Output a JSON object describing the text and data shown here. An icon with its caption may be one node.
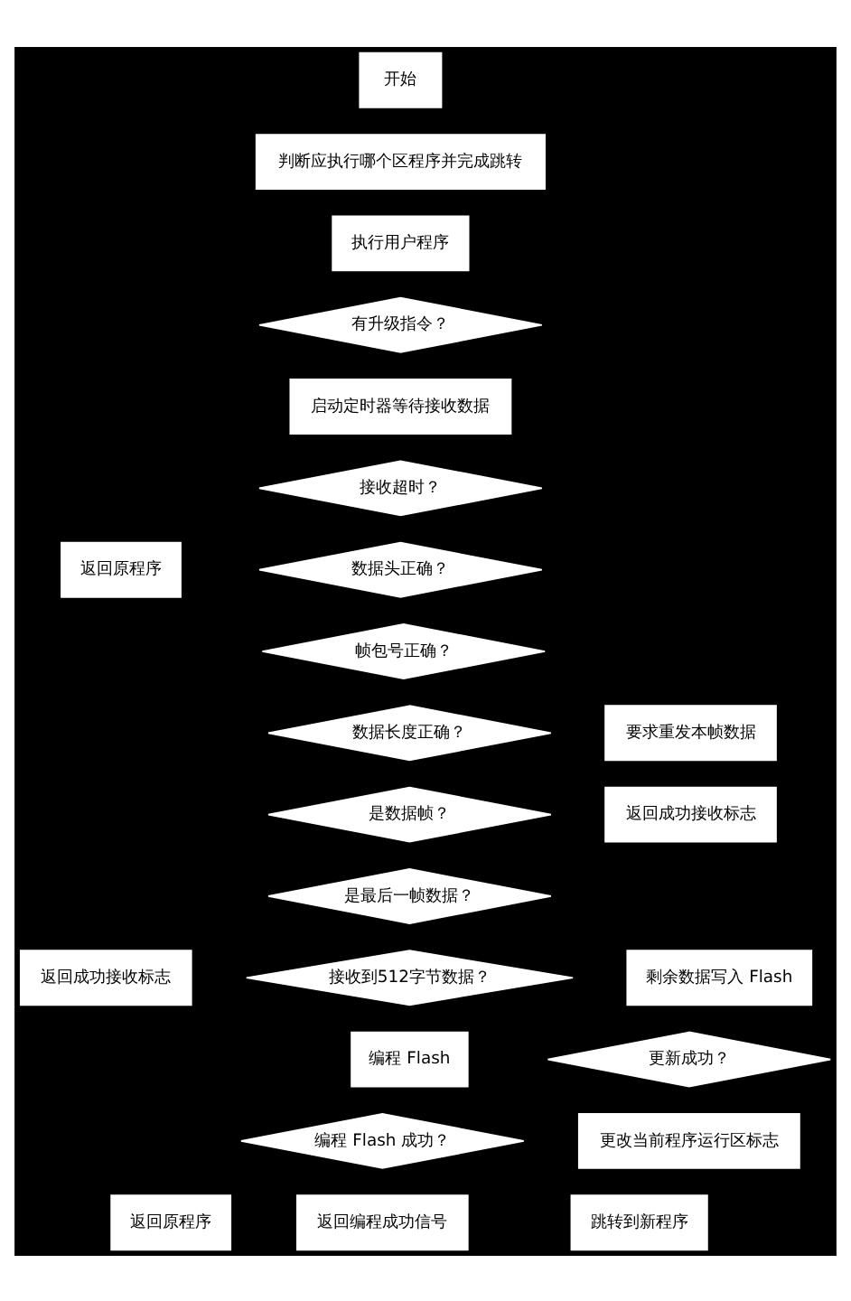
{
  "diagram": {
    "nodes": [
      {
        "text": [
          "开始"
        ]
      },
      {
        "text": [
          "判断应执行哪个区程序并完成跳转"
        ]
      },
      {
        "text": [
          "执行用户程序"
        ]
      },
      {
        "text": [
          "有升级指令？"
        ]
      },
      {
        "text": [
          "启动定时器等待接收数据"
        ]
      },
      {
        "text": [
          "接收超时？"
        ]
      },
      {
        "text": [
          "返回原程序"
        ]
      },
      {
        "text": [
          "数据头正确？"
        ]
      },
      {
        "text": [
          "帧包号正确？"
        ]
      },
      {
        "text": [
          "数据长度正确？"
        ]
      },
      {
        "text": [
          "要求重发本帧数据"
        ]
      },
      {
        "text": [
          "是数据帧？"
        ]
      },
      {
        "text": [
          "返回成功接收标志"
        ]
      },
      {
        "text": [
          "是最后一帧数据？"
        ]
      },
      {
        "text": [
          "返回成功接收标志"
        ]
      },
      {
        "text": [
          "接收到512字节数据？"
        ]
      },
      {
        "text": [
          "剩余数据写入 Flash"
        ]
      },
      {
        "text": [
          "编程 Flash"
        ]
      },
      {
        "text": [
          "更新成功？"
        ]
      },
      {
        "text": [
          "编程 Flash 成功？"
        ]
      },
      {
        "text": [
          "更改当前程序运行区标志"
        ]
      },
      {
        "text": [
          "返回原程序"
        ]
      },
      {
        "text": [
          "返回编程成功信号"
        ]
      },
      {
        "text": [
          "跳转到新程序"
        ]
      }
    ]
  }
}
